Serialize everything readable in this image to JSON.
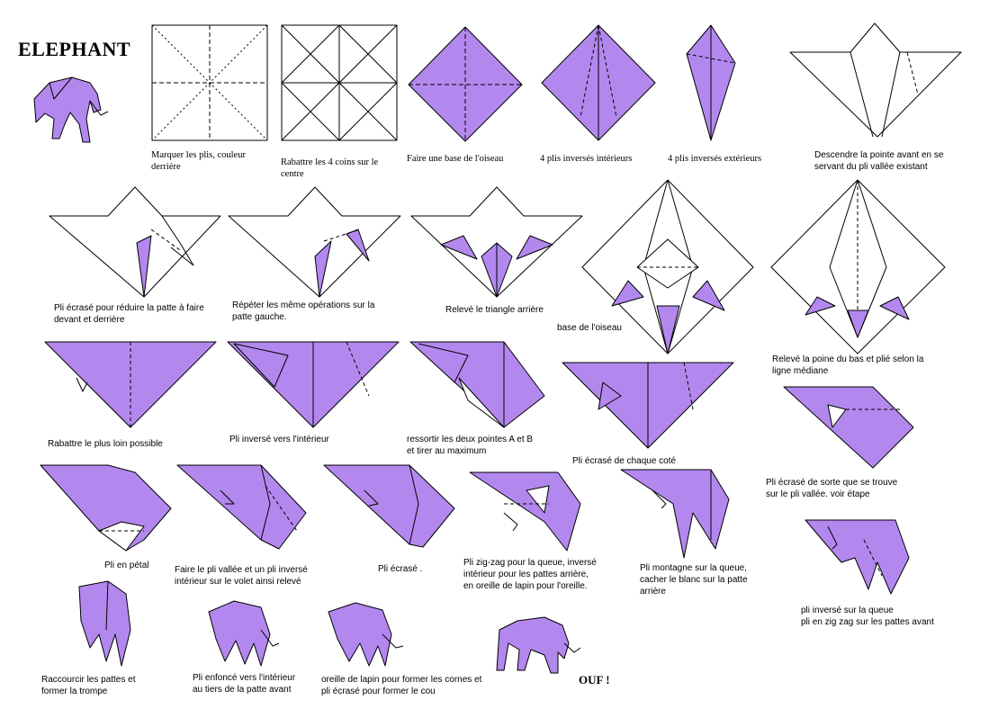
{
  "title": "ELEPHANT",
  "colors": {
    "paper": "#b388ee",
    "line": "#000000",
    "background": "#ffffff"
  },
  "steps": [
    {
      "id": 1,
      "caption": "Marquer les plis, couleur\nderrière"
    },
    {
      "id": 2,
      "caption": "Rabattre les 4 coins sur le\ncentre"
    },
    {
      "id": 3,
      "caption": "Faire une base de l'oiseau"
    },
    {
      "id": 4,
      "caption": "4 plis inversés intérieurs"
    },
    {
      "id": 5,
      "caption": "4 plis inversés extérieurs"
    },
    {
      "id": 6,
      "caption": "Descendre la pointe avant en se\nservant du pli vallée existant"
    },
    {
      "id": 7,
      "caption": "Pli écrasé pour réduire la patte à faire\n   devant et derrière"
    },
    {
      "id": 8,
      "caption": "Répéter les même opérations sur la\npatte gauche."
    },
    {
      "id": 9,
      "caption": "Relevé le triangle arrière"
    },
    {
      "id": 10,
      "caption": "base de l'oiseau"
    },
    {
      "id": 11,
      "caption": "Relevé la poine du bas et plié selon la\nligne médiane"
    },
    {
      "id": 12,
      "caption": "Rabattre le plus loin possible"
    },
    {
      "id": 13,
      "caption": "Pli inversé vers l'intérieur"
    },
    {
      "id": 14,
      "caption": "ressortir les deux pointes A et B\n  et tirer au maximum"
    },
    {
      "id": 15,
      "caption": "Pli écrasé de chaque coté"
    },
    {
      "id": 16,
      "caption": "Pli écrasé de sorte que se trouve\nsur le pli vallée. voir étape"
    },
    {
      "id": 17,
      "caption": "Pli en pétal"
    },
    {
      "id": 18,
      "caption": "Faire le pli vallée et un pli inversé\nintérieur sur le volet ainsi relevé"
    },
    {
      "id": 19,
      "caption": "Pli écrasé ."
    },
    {
      "id": 20,
      "caption": "Pli zig-zag pour la queue, inversé\nintérieur pour les pattes arrière,\nen oreille de lapin pour l'oreille."
    },
    {
      "id": 21,
      "caption": "Pli montagne sur la queue,\ncacher le blanc sur la patte\narrière"
    },
    {
      "id": 22,
      "caption": "pli inversé sur la queue\npli en zig zag sur les pattes avant"
    },
    {
      "id": 23,
      "caption": "Raccourcir les pattes et\nformer la trompe"
    },
    {
      "id": 24,
      "caption": "Pli enfoncé vers l'intérieur\nau tiers de la patte avant"
    },
    {
      "id": 25,
      "caption": "oreille de lapin pour former les cornes et\npli écrasé pour former le cou"
    }
  ],
  "final": "OUF !"
}
